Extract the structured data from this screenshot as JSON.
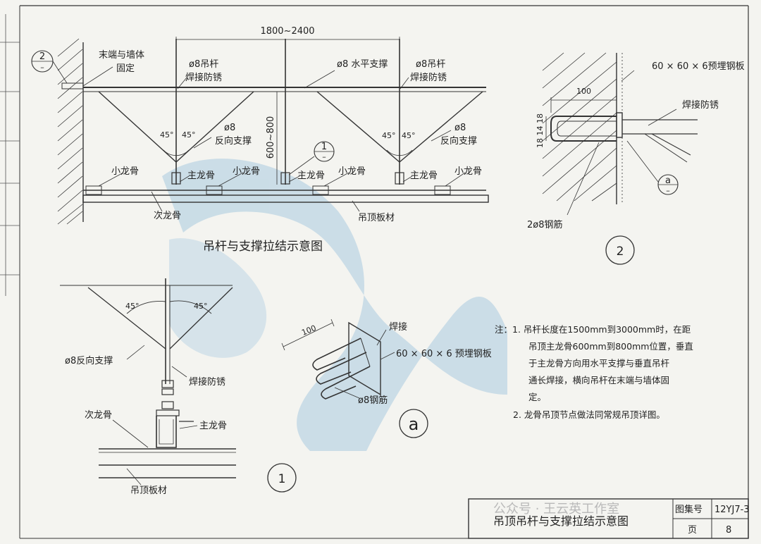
{
  "main_diagram": {
    "title": "吊杆与支撑拉结示意图",
    "dimension_span": "1800~2400",
    "dimension_height": "600~800",
    "angle_label": "45°",
    "labels": {
      "end_fix_line1": "末端与墙体",
      "end_fix_line2": "固定",
      "rod_left_line1": "ø8吊杆",
      "rod_left_line2": "焊接防锈",
      "horizontal_brace": "ø8 水平支撑",
      "rod_right_line1": "ø8吊杆",
      "rod_right_line2": "焊接防锈",
      "reverse_mid_line1": "ø8",
      "reverse_mid_line2": "反向支撑",
      "reverse_right_line1": "ø8",
      "reverse_right_line2": "反向支撑",
      "small_keel": "小龙骨",
      "main_keel": "主龙骨",
      "secondary_keel": "次龙骨",
      "ceiling_board": "吊顶板材"
    },
    "callout_2": {
      "num": "2",
      "sub": "–"
    },
    "callout_1": {
      "num": "1",
      "sub": "–"
    }
  },
  "detail_2": {
    "label": "2",
    "plate": "60 × 60 × 6预埋钢板",
    "weld": "焊接防锈",
    "dim_100": "100",
    "dims_left": "18 14 18",
    "rebar": "2ø8钢筋",
    "callout_a": {
      "num": "a",
      "sub": "–"
    }
  },
  "detail_1": {
    "label": "1",
    "angle_label": "45°",
    "reverse": "ø8反向支撑",
    "weld": "焊接防锈",
    "secondary_keel": "次龙骨",
    "main_keel": "主龙骨",
    "ceiling_board": "吊顶板材"
  },
  "detail_a": {
    "label": "a",
    "dim_100": "100",
    "weld": "焊接",
    "plate": "60 × 60 × 6 预埋钢板",
    "rebar": "ø8钢筋"
  },
  "notes": {
    "lines": [
      "注：1.  吊杆长度在1500mm到3000mm时，在距",
      "吊顶主龙骨600mm到800mm位置，垂直",
      "于主龙骨方向用水平支撑与垂直吊杆",
      "通长焊接，横向吊杆在末端与墙体固",
      "定。",
      "2.  龙骨吊顶节点做法同常规吊顶详图。"
    ]
  },
  "title_block": {
    "title": "吊顶吊杆与支撑拉结示意图",
    "atlas_label": "图集号",
    "atlas_value": "12YJ7-3",
    "page_label": "页",
    "page_value": "8"
  },
  "watermark": "公众号 · 王云英工作室"
}
